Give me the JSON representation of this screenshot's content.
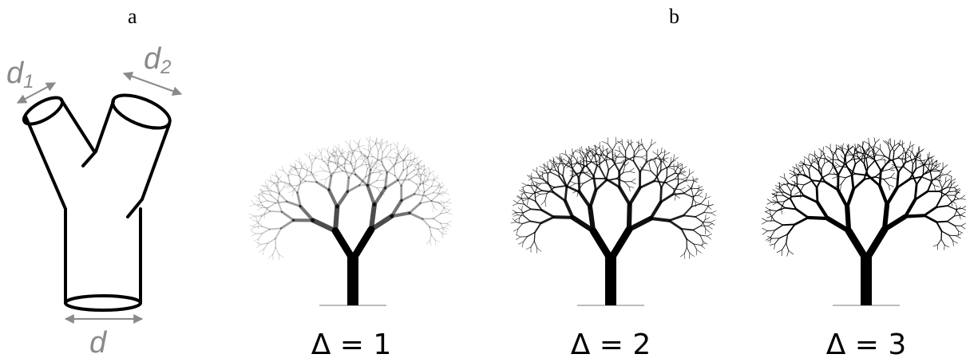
{
  "panel_a": {
    "label": "a",
    "diam_d1": "d",
    "diam_d1_sub": "1",
    "diam_d2": "d",
    "diam_d2_sub": "2",
    "diam_d": "d"
  },
  "panel_b": {
    "label": "b",
    "trees": [
      {
        "caption": "Δ = 1",
        "delta": 1,
        "twig_opacity": 0.25
      },
      {
        "caption": "Δ = 2",
        "delta": 2,
        "twig_opacity": 0.85
      },
      {
        "caption": "Δ = 3",
        "delta": 3,
        "twig_opacity": 1.0
      }
    ]
  },
  "colors": {
    "ink": "#000000",
    "dimension": "#8a8a8a",
    "ground": "#bdbdbd"
  }
}
